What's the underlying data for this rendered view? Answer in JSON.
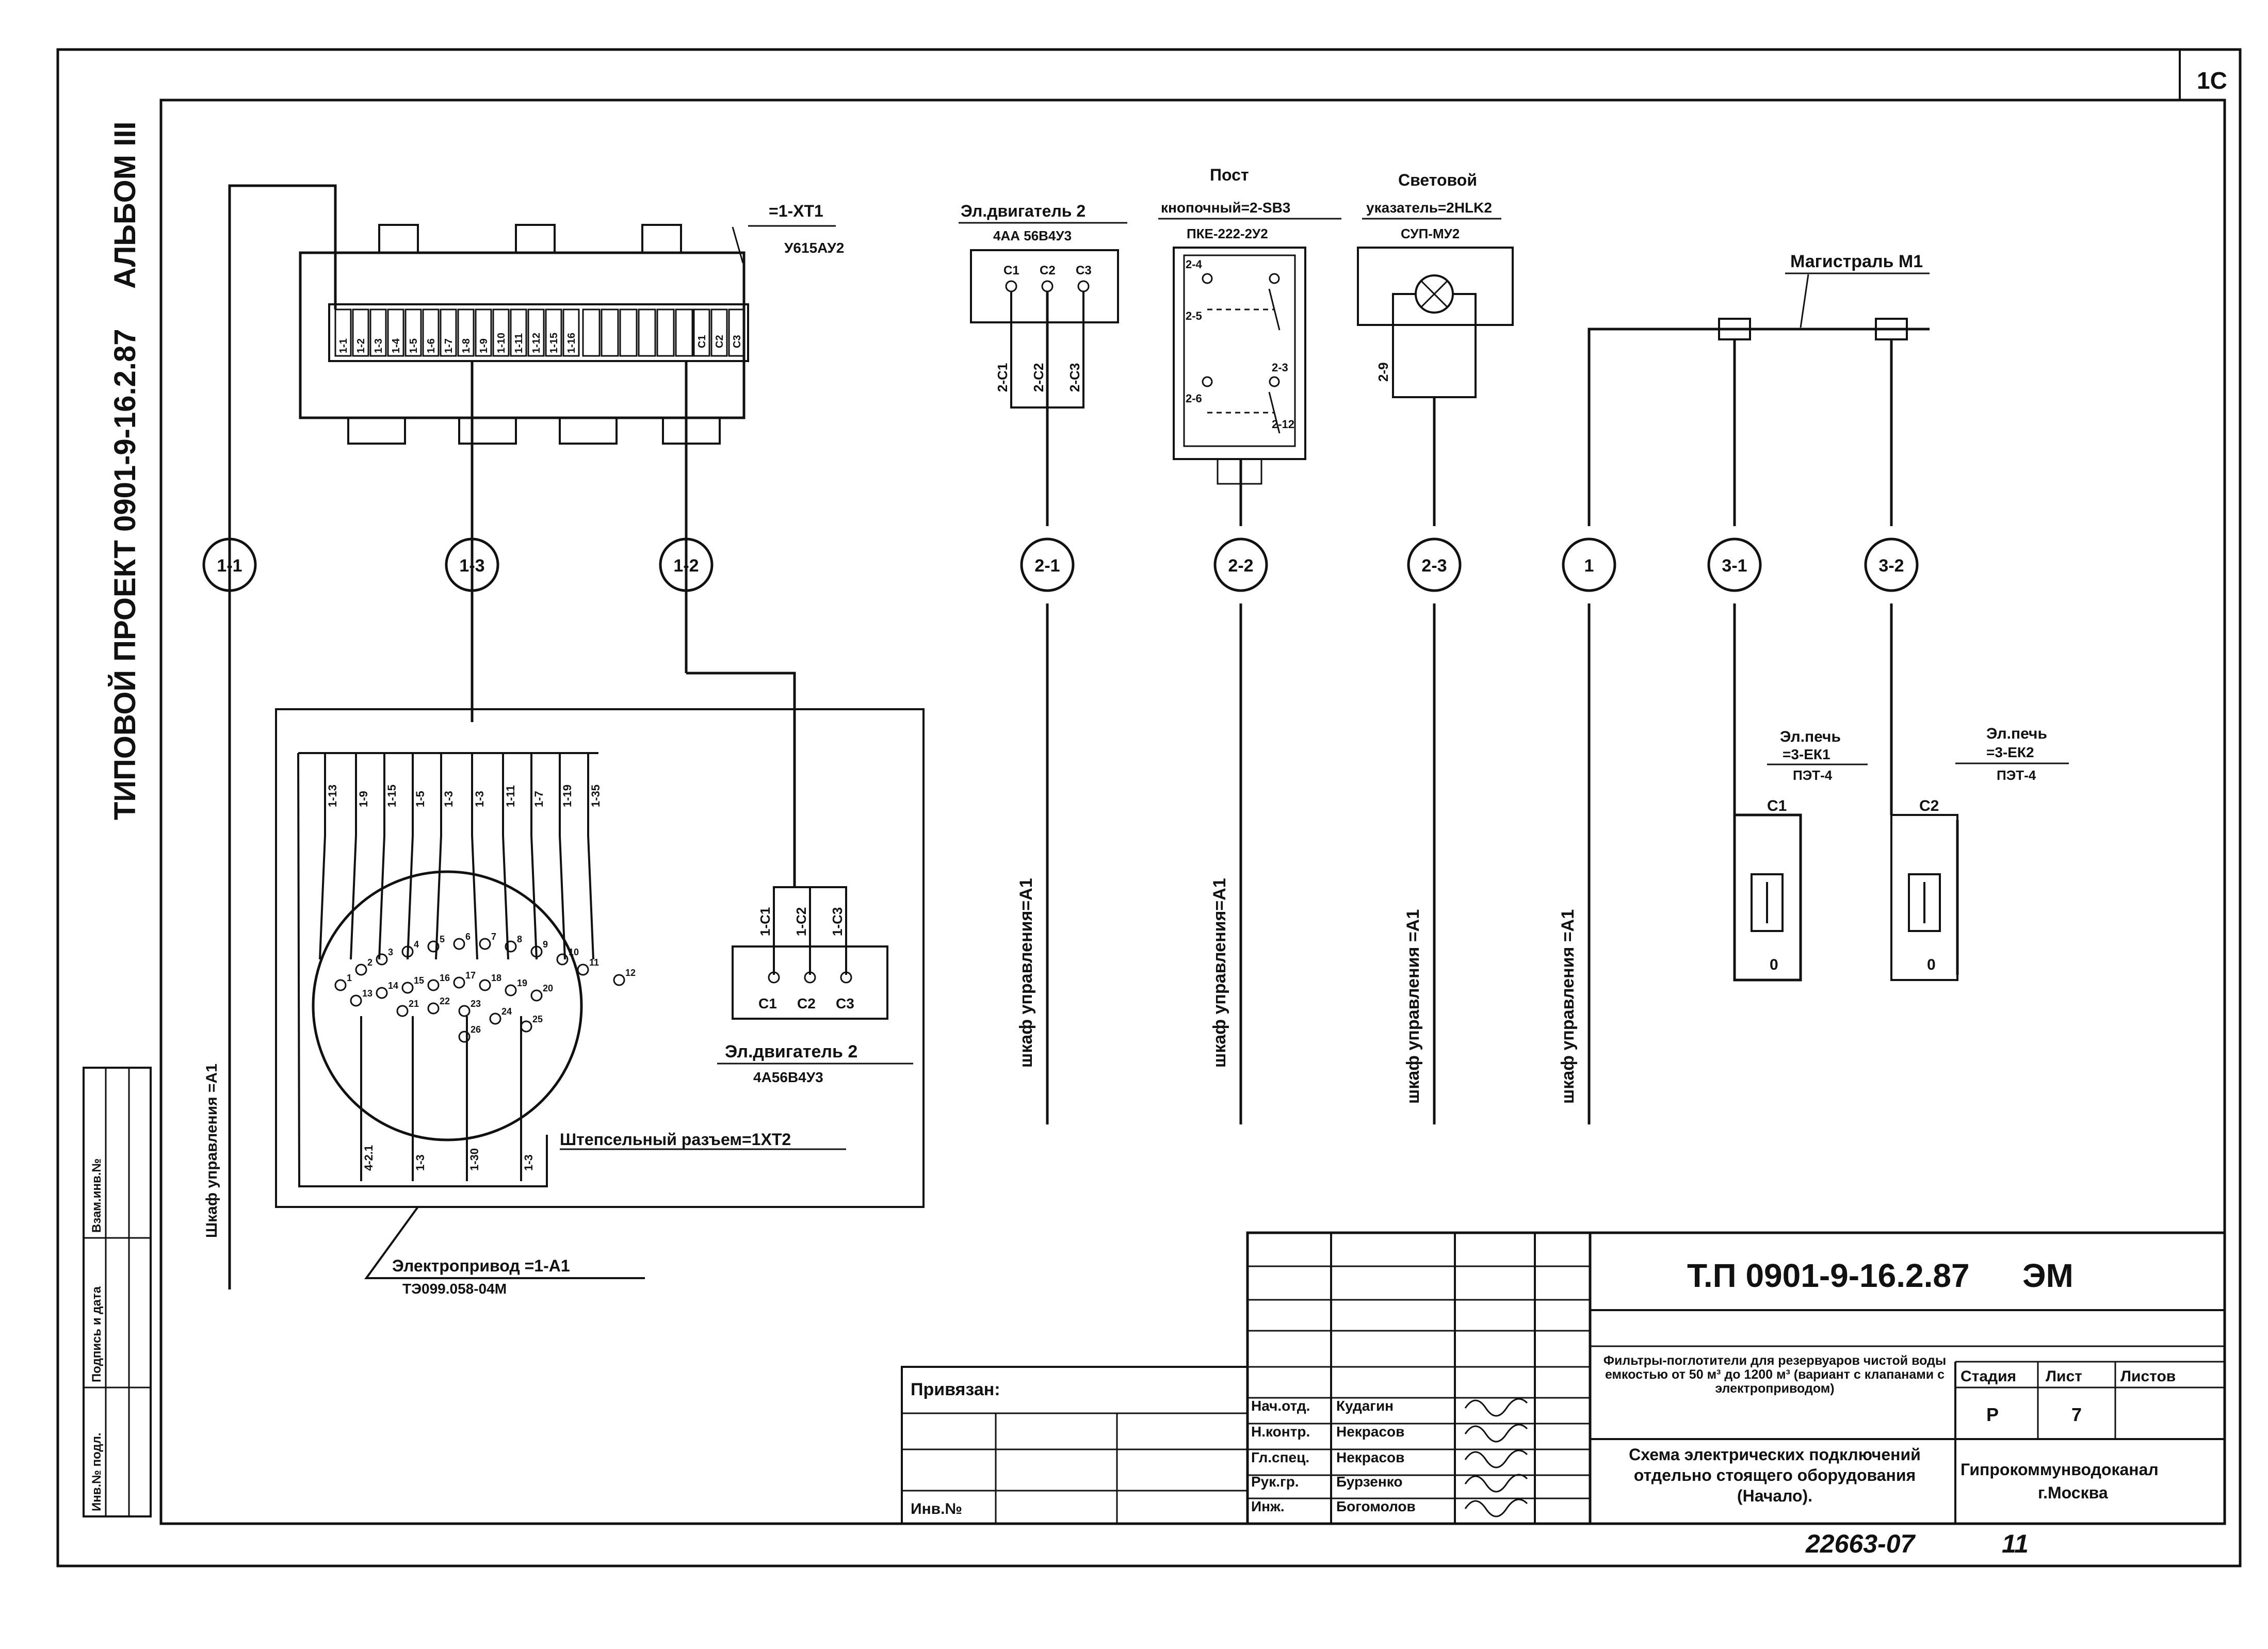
{
  "side_margin": {
    "album": "АЛЬБОМ III",
    "project": "ТИПОВОЙ ПРОЕКТ 0901-9-16.2.87",
    "cabinet": "Шкаф управления =А1",
    "inv_no_podl": "Инв.№ подл.",
    "signature_date": "Подпись и дата",
    "vzam_inv": "Взам.инв.№"
  },
  "corner_number": "1С",
  "terminal_box": {
    "title": "=1-XT1",
    "type": "У615АУ2",
    "terminals_left": [
      "1-1",
      "1-2",
      "1-3",
      "1-4",
      "1-5",
      "1-6",
      "1-7",
      "1-8",
      "1-9",
      "1-10",
      "1-11",
      "1-12",
      "1-15",
      "1-16"
    ],
    "terminals_right": [
      "С1",
      "С2",
      "С3"
    ]
  },
  "cable_nodes": [
    "1-1",
    "1-3",
    "1-2",
    "2-1",
    "2-2",
    "2-3",
    "1",
    "3-1",
    "3-2"
  ],
  "motor_top": {
    "title": "Эл.двигатель 2",
    "type": "4АА 56В4У3",
    "terminals": [
      "С1",
      "С2",
      "С3"
    ],
    "wires": [
      "2-С1",
      "2-С2",
      "2-С3"
    ]
  },
  "push_button_post": {
    "title1": "Пост",
    "title2": "кнопочный=2-SB3",
    "type": "ПКЕ-222-2У2",
    "contacts": [
      "2-4",
      "2-5",
      "2-3",
      "2-6",
      "2-12"
    ]
  },
  "light_indicator": {
    "title1": "Световой",
    "title2": "указатель=2HLK2",
    "type": "СУП-МУ2",
    "wire": "2-9"
  },
  "trunk_label": "Магистраль М1",
  "cabinet_labels": [
    "шкаф управления=А1",
    "шкаф управления=А1",
    "шкаф управления =А1",
    "шкаф управления =А1"
  ],
  "heater1": {
    "title": "Эл.печь",
    "ref": "=3-ЕК1",
    "type": "ПЭТ-4",
    "terminal": "С1",
    "zero": "0"
  },
  "heater2": {
    "title": "Эл.печь",
    "ref": "=3-ЕК2",
    "type": "ПЭТ-4",
    "terminal": "С2",
    "zero": "0"
  },
  "connector": {
    "label": "Штепсельный разъем=1ХТ2",
    "wires_top": [
      "1-13",
      "1-9",
      "1-15",
      "1-5",
      "1-3",
      "1-3",
      "1-11",
      "1-7",
      "1-19",
      "1-35"
    ],
    "wires_bottom": [
      "4-2.1",
      "1-3",
      "1-30",
      "1-3"
    ],
    "pins": [
      "1",
      "2",
      "3",
      "4",
      "5",
      "6",
      "7",
      "8",
      "9",
      "10",
      "11",
      "12",
      "13",
      "14",
      "15",
      "16",
      "17",
      "18",
      "19",
      "20",
      "21",
      "22",
      "23",
      "24",
      "25",
      "26"
    ]
  },
  "motor_bottom": {
    "title": "Эл.двигатель 2",
    "type": "4А56В4У3",
    "terminals": [
      "С1",
      "С2",
      "С3"
    ],
    "wires": [
      "1-С1",
      "1-С2",
      "1-С3"
    ]
  },
  "electric_drive": {
    "label": "Электропривод =1-А1",
    "type": "ТЭ099.058-04М"
  },
  "stamp": {
    "code": "Т.П 0901-9-16.2.87",
    "section": "ЭМ",
    "privyazan": "Привязан:",
    "inv_no": "Инв.№",
    "roles": [
      "Нач.отд.",
      "Н.контр.",
      "Гл.спец.",
      "Рук.гр.",
      "Инж."
    ],
    "names": [
      "Кудагин",
      "Некрасов",
      "Некрасов",
      "Бурзенко",
      "Богомолов"
    ],
    "title_obj": "Фильтры-поглотители для резервуаров чистой воды емкостью от 50 м³ до 1200 м³ (вариант с клапанами с электроприводом)",
    "title_sheet": "Схема электрических подключений отдельно стоящего оборудования (Начало).",
    "stage_head": "Стадия",
    "sheet_head": "Лист",
    "sheets_head": "Листов",
    "stage": "Р",
    "sheet": "7",
    "org1": "Гипрокоммунводоканал",
    "org2": "г.Москва"
  },
  "archive_number": "22663-07",
  "archive_sheet": "11"
}
